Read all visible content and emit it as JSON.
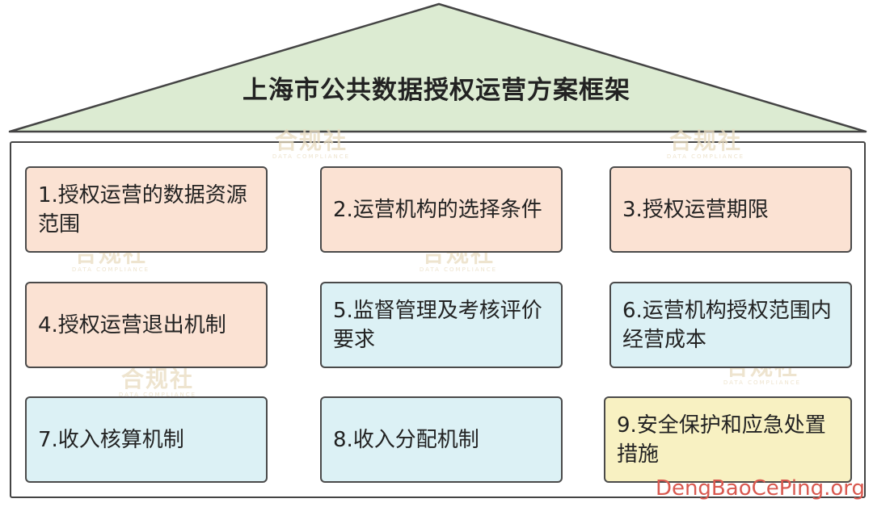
{
  "title": "上海市公共数据授权运营方案框架",
  "items": [
    {
      "text": "1.授权运营的数据资源范围",
      "color": "#fbe2d3"
    },
    {
      "text": "2.运营机构的选择条件",
      "color": "#fbe2d3"
    },
    {
      "text": "3.授权运营期限",
      "color": "#fbe2d3"
    },
    {
      "text": "4.授权运营退出机制",
      "color": "#fbe2d3"
    },
    {
      "text": "5.监督管理及考核评价要求",
      "color": "#dcf1f5"
    },
    {
      "text": "6.运营机构授权范围内经营成本",
      "color": "#dcf1f5"
    },
    {
      "text": "7.收入核算机制",
      "color": "#dcf1f5"
    },
    {
      "text": "8.收入分配机制",
      "color": "#dcf1f5"
    },
    {
      "text": "9.安全保护和应急处置措施",
      "color": "#f8f1c2"
    }
  ],
  "roof_color": "#dcebd2",
  "watermark": {
    "main": "合规社",
    "sub": "DATA COMPLIANCE"
  },
  "site_label": "DengBaoCePing.org"
}
